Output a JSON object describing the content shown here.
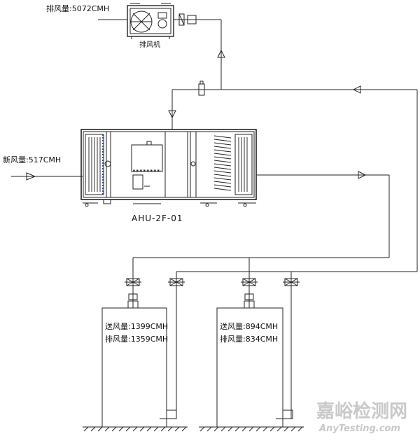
{
  "exhaust_fan": {
    "airflow_label": "排风量:5072CMH",
    "name": "排风机"
  },
  "ahu": {
    "fresh_air_label": "新风量:517CMH",
    "code": "AHU-2F-01"
  },
  "room_left": {
    "supply_label": "送风量:1399CMH",
    "exhaust_label": "排风量:1359CMH"
  },
  "room_right": {
    "supply_label": "送风量:894CMH",
    "exhaust_label": "排风量:834CMH"
  },
  "watermark": {
    "cn": "嘉峪检测网",
    "en": "AnyTesting.com"
  }
}
